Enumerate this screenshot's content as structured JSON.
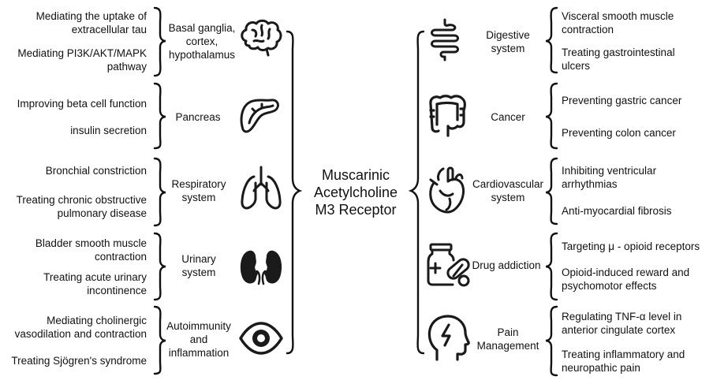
{
  "center": {
    "title_lines": [
      "Muscarinic",
      "Acetylcholine",
      "M3 Receptor"
    ]
  },
  "left": [
    {
      "category": [
        "Basal ganglia,",
        "cortex,",
        "hypothalamus"
      ],
      "icon": "brain-icon",
      "items": [
        [
          "Mediating the uptake of",
          "extracellular tau"
        ],
        [
          "Mediating PI3K/AKT/MAPK",
          "pathway"
        ]
      ]
    },
    {
      "category": [
        "Pancreas"
      ],
      "icon": "pancreas-icon",
      "items": [
        [
          "Improving beta cell function"
        ],
        [
          "insulin secretion"
        ]
      ]
    },
    {
      "category": [
        "Respiratory",
        "system"
      ],
      "icon": "lungs-icon",
      "items": [
        [
          "Bronchial constriction"
        ],
        [
          "Treating chronic obstructive",
          "pulmonary disease"
        ]
      ]
    },
    {
      "category": [
        "Urinary",
        "system"
      ],
      "icon": "kidneys-icon",
      "items": [
        [
          "Bladder smooth muscle",
          "contraction"
        ],
        [
          "Treating acute urinary",
          "incontinence"
        ]
      ]
    },
    {
      "category": [
        "Autoimmunity",
        "and",
        "inflammation"
      ],
      "icon": "eye-icon",
      "items": [
        [
          "Mediating cholinergic",
          "vasodilation and contraction"
        ],
        [
          "Treating Sjögren's syndrome"
        ]
      ]
    }
  ],
  "right": [
    {
      "category": [
        "Digestive",
        "system"
      ],
      "icon": "intestine-icon",
      "items": [
        [
          "Visceral smooth muscle",
          "contraction"
        ],
        [
          "Treating gastrointestinal",
          "ulcers"
        ]
      ]
    },
    {
      "category": [
        "Cancer"
      ],
      "icon": "colon-icon",
      "items": [
        [
          "Preventing gastric cancer"
        ],
        [
          "Preventing colon cancer"
        ]
      ]
    },
    {
      "category": [
        "Cardiovascular",
        "system"
      ],
      "icon": "heart-icon",
      "items": [
        [
          "Inhibiting ventricular",
          "arrhythmias"
        ],
        [
          "Anti-myocardial fibrosis"
        ]
      ]
    },
    {
      "category": [
        "Drug addiction"
      ],
      "icon": "pills-icon",
      "items": [
        [
          "Targeting μ - opioid receptors"
        ],
        [
          "Opioid-induced reward and",
          "psychomotor effects"
        ]
      ]
    },
    {
      "category": [
        "Pain",
        "Management"
      ],
      "icon": "head-pain-icon",
      "items": [
        [
          "Regulating TNF-α level in",
          "anterior cingulate cortex"
        ],
        [
          "Treating inflammatory and",
          "neuropathic pain"
        ]
      ]
    }
  ]
}
